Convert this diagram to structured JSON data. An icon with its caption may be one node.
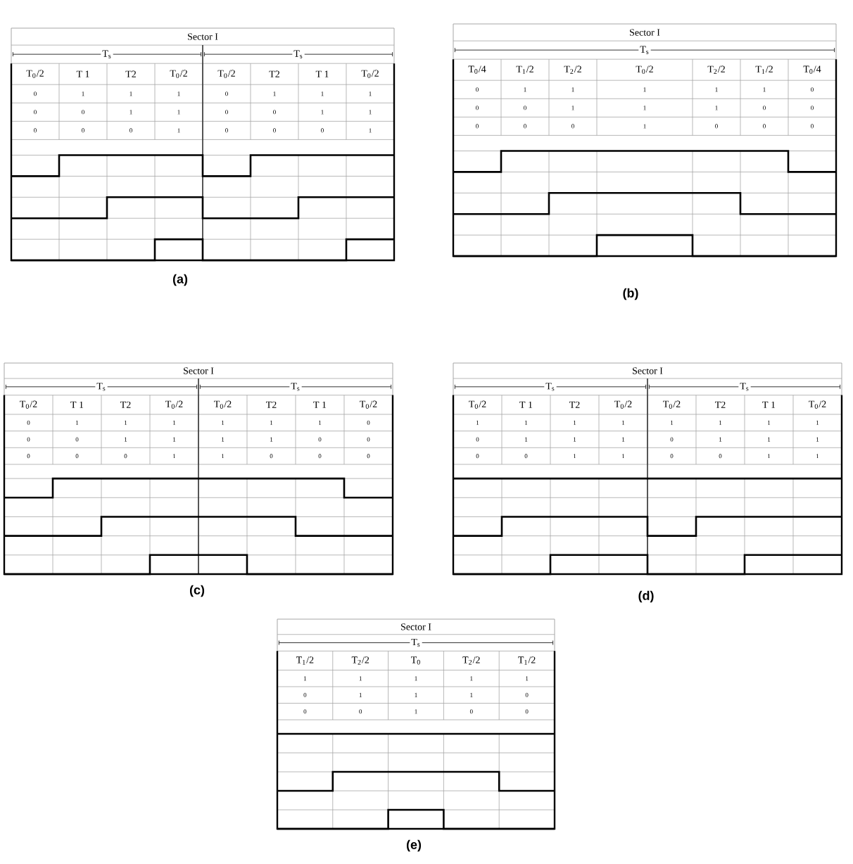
{
  "diagram": {
    "labels": [
      "Sector I",
      "T$_{s}$",
      "T$_{s}$",
      "T$_{0}$/2",
      "T 1",
      "T2",
      "T$_{0}$/2",
      "T$_{0}$/2",
      "T2",
      "T 1",
      "T$_{0}$/2",
      "0",
      "1",
      "1",
      "1",
      "0",
      "1",
      "1",
      "1",
      "0",
      "0",
      "1",
      "1",
      "0",
      "0",
      "1",
      "1",
      "0",
      "0",
      "0",
      "1",
      "0",
      "0",
      "0",
      "1",
      "(a)",
      "Sector I",
      "T$_{s}$",
      "T$_{0}$/4",
      "T$_{1}$/2",
      "T$_{2}$/2",
      "T$_{0}$/2",
      "T$_{2}$/2",
      "T$_{1}$/2",
      "T$_{0}$/4",
      "0",
      "1",
      "1",
      "1",
      "1",
      "1",
      "0",
      "0",
      "0",
      "1",
      "1",
      "1",
      "0",
      "0",
      "0",
      "0",
      "0",
      "1",
      "0",
      "0",
      "0",
      "(b)",
      "Sector I",
      "T$_{s}$",
      "T$_{s}$",
      "T$_{0}$/2",
      "T 1",
      "T2",
      "T$_{0}$/2",
      "T$_{0}$/2",
      "T2",
      "T 1",
      "T$_{0}$/2",
      "0",
      "1",
      "1",
      "1",
      "1",
      "1",
      "1",
      "0",
      "0",
      "0",
      "1",
      "1",
      "1",
      "1",
      "0",
      "0",
      "0",
      "0",
      "0",
      "1",
      "1",
      "0",
      "0",
      "0",
      "(c)",
      "Sector I",
      "T$_{s}$",
      "T$_{s}$",
      "T$_{0}$/2",
      "T 1",
      "T2",
      "T$_{0}$/2",
      "T$_{0}$/2",
      "T2",
      "T 1",
      "T$_{0}$/2",
      "1",
      "1",
      "1",
      "1",
      "1",
      "1",
      "1",
      "1",
      "0",
      "1",
      "1",
      "1",
      "0",
      "1",
      "1",
      "1",
      "0",
      "0",
      "1",
      "1",
      "0",
      "0",
      "1",
      "1",
      "(d)",
      "Sector I",
      "T$_{s}$",
      "T$_{1}$/2",
      "T$_{2}$/2",
      "T$_{0}$",
      "T$_{2}$/2",
      "T$_{1}$/2",
      "1",
      "1",
      "1",
      "1",
      "1",
      "0",
      "1",
      "1",
      "1",
      "0",
      "0",
      "0",
      "1",
      "0",
      "0",
      "(e)"
    ]
  }
}
